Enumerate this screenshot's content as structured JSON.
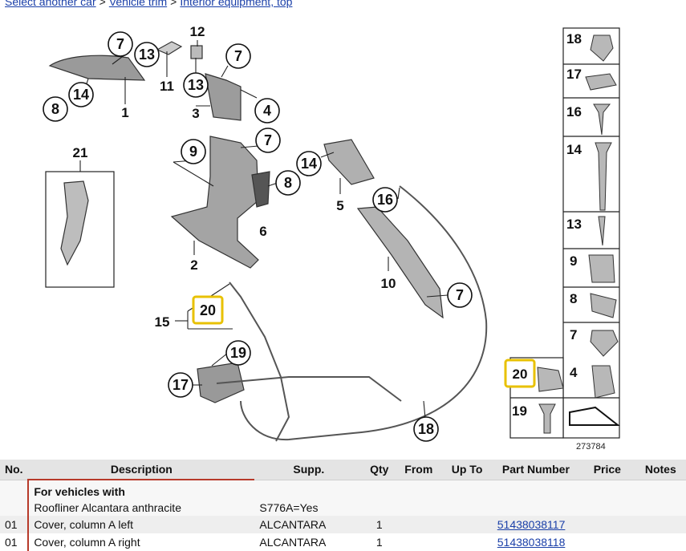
{
  "breadcrumb": {
    "items": [
      {
        "label": "Select another car"
      },
      {
        "label": "Vehicle trim"
      },
      {
        "label": "Interior equipment, top"
      }
    ],
    "separator": ">"
  },
  "diagram": {
    "callouts": [
      "1",
      "2",
      "3",
      "4",
      "5",
      "6",
      "7",
      "8",
      "9",
      "10",
      "11",
      "12",
      "13",
      "14",
      "15",
      "16",
      "17",
      "18",
      "19",
      "20",
      "21"
    ],
    "side_items": [
      "18",
      "17",
      "16",
      "14",
      "13",
      "9",
      "8",
      "7",
      "20",
      "4",
      "19"
    ],
    "image_id": "273784",
    "highlight_color": "#e8c100"
  },
  "table": {
    "headers": {
      "no": "No.",
      "description": "Description",
      "supp": "Supp.",
      "qty": "Qty",
      "from": "From",
      "upto": "Up To",
      "part_number": "Part Number",
      "price": "Price",
      "notes": "Notes"
    },
    "notice": {
      "line1": "For vehicles with",
      "line2": "Roofliner Alcantara anthracite",
      "supp": "S776A=Yes"
    },
    "rows": [
      {
        "no": "01",
        "description": "Cover, column A left",
        "supp": "ALCANTARA",
        "qty": "1",
        "from": "",
        "upto": "",
        "part_number": "51438038117",
        "price": "",
        "notes": ""
      },
      {
        "no": "01",
        "description": "Cover, column A right",
        "supp": "ALCANTARA",
        "qty": "1",
        "from": "",
        "upto": "",
        "part_number": "51438038118",
        "price": "",
        "notes": ""
      }
    ]
  }
}
